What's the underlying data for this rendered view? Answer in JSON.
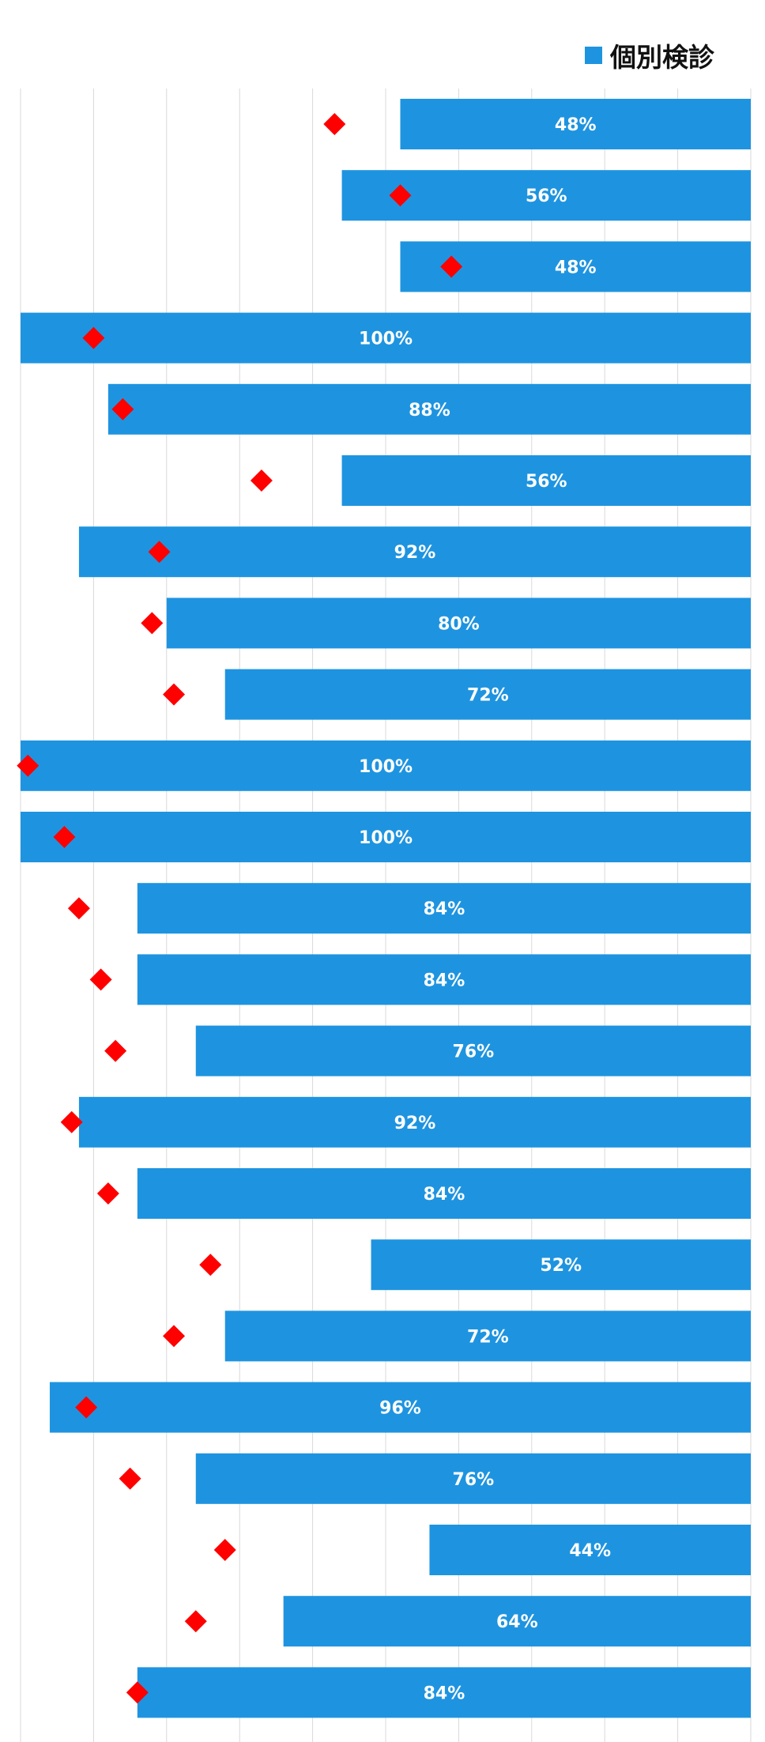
{
  "legend": {
    "label": "個別検診",
    "color": "#1E94E0"
  },
  "chart_data": {
    "type": "bar",
    "orientation": "horizontal",
    "axis_direction": "reversed",
    "xlim": [
      0,
      100
    ],
    "grid": true,
    "legend_position": "top-right",
    "series": [
      {
        "name": "個別検診",
        "color": "#1E94E0",
        "values": [
          48,
          56,
          48,
          100,
          88,
          56,
          92,
          80,
          72,
          100,
          100,
          84,
          84,
          76,
          92,
          84,
          52,
          72,
          96,
          76,
          44,
          64,
          84
        ],
        "labels": [
          "48%",
          "56%",
          "48%",
          "100%",
          "88%",
          "56%",
          "92%",
          "80%",
          "72%",
          "100%",
          "100%",
          "84%",
          "84%",
          "76%",
          "92%",
          "84%",
          "52%",
          "72%",
          "96%",
          "76%",
          "44%",
          "64%",
          "84%"
        ]
      },
      {
        "marker": "diamond",
        "color": "#FF0000",
        "values": [
          57,
          48,
          41,
          90,
          86,
          67,
          81,
          82,
          79,
          99,
          94,
          92,
          89,
          87,
          93,
          88,
          74,
          79,
          91,
          85,
          72,
          76,
          84
        ]
      }
    ]
  }
}
